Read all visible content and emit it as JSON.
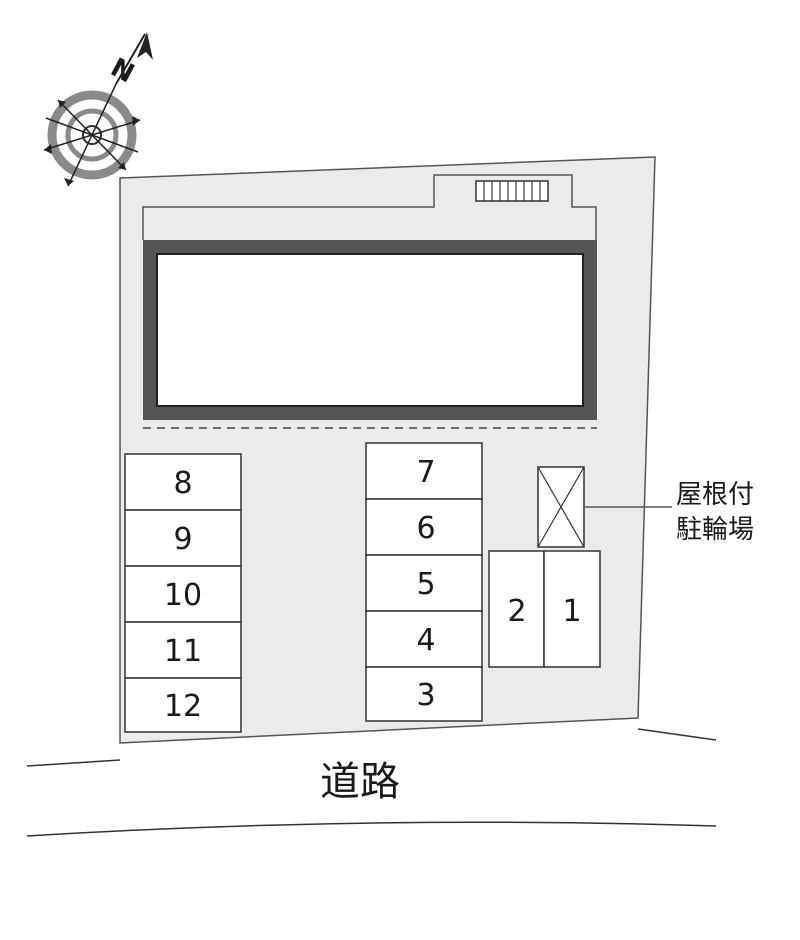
{
  "compass": {
    "north_label": "N",
    "icon": "compass-rose-icon"
  },
  "bicycle_parking_label_line1": "屋根付",
  "bicycle_parking_label_line2": "駐輪場",
  "road_label": "道路",
  "parking": {
    "left_column": [
      "8",
      "9",
      "10",
      "11",
      "12"
    ],
    "middle_column": [
      "7",
      "6",
      "5",
      "4",
      "3"
    ],
    "right_block": [
      "2",
      "1"
    ]
  },
  "colors": {
    "lot_fill": "#ebebeb",
    "building_wall": "#555555",
    "line": "#333333"
  }
}
